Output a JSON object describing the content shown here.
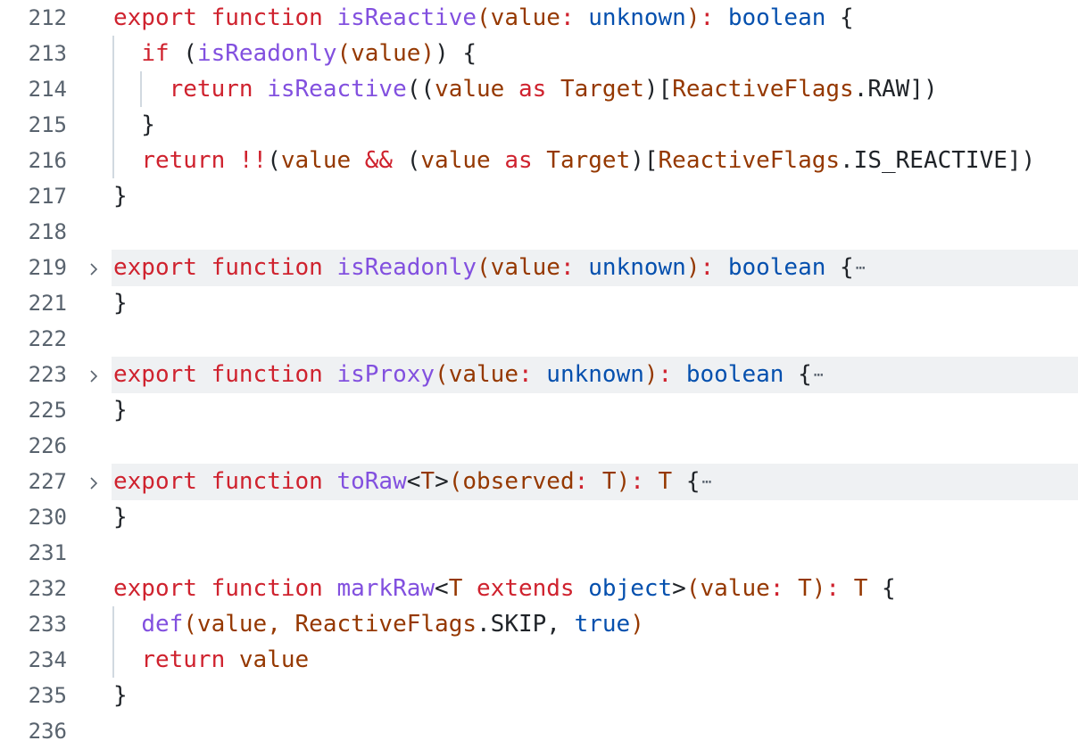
{
  "colors": {
    "keyword": "#cf222e",
    "function": "#8250df",
    "variable": "#953800",
    "type": "#0550ae",
    "plain": "#1f2328"
  },
  "fold_icon": "chevron-right-icon",
  "ellipsis": "⋯",
  "lines": [
    {
      "num": "212",
      "indent": 0,
      "tokens": [
        [
          "export ",
          "k"
        ],
        [
          "function ",
          "k"
        ],
        [
          "isReactive",
          "f"
        ],
        [
          "(",
          "v"
        ],
        [
          "value",
          "v"
        ],
        [
          ": ",
          "k"
        ],
        [
          "unknown",
          "t"
        ],
        [
          ")",
          "v"
        ],
        [
          ": ",
          "k"
        ],
        [
          "boolean",
          "t"
        ],
        [
          " {",
          "p"
        ]
      ]
    },
    {
      "num": "213",
      "indent": 1,
      "tokens": [
        [
          "  ",
          "p"
        ],
        [
          "if ",
          "k"
        ],
        [
          "(",
          "p"
        ],
        [
          "isReadonly",
          "f"
        ],
        [
          "(value)",
          "v"
        ],
        [
          ") {",
          "p"
        ]
      ]
    },
    {
      "num": "214",
      "indent": 2,
      "tokens": [
        [
          "    ",
          "p"
        ],
        [
          "return ",
          "k"
        ],
        [
          "isReactive",
          "f"
        ],
        [
          "((",
          "p"
        ],
        [
          "value ",
          "v"
        ],
        [
          "as ",
          "k"
        ],
        [
          "Target",
          "v"
        ],
        [
          ")[",
          "p"
        ],
        [
          "ReactiveFlags",
          "v"
        ],
        [
          ".RAW])",
          "p"
        ]
      ]
    },
    {
      "num": "215",
      "indent": 1,
      "tokens": [
        [
          "  }",
          "p"
        ]
      ]
    },
    {
      "num": "216",
      "indent": 1,
      "tokens": [
        [
          "  ",
          "p"
        ],
        [
          "return ",
          "k"
        ],
        [
          "!!",
          "k"
        ],
        [
          "(",
          "p"
        ],
        [
          "value ",
          "v"
        ],
        [
          "&& ",
          "k"
        ],
        [
          "(",
          "p"
        ],
        [
          "value ",
          "v"
        ],
        [
          "as ",
          "k"
        ],
        [
          "Target",
          "v"
        ],
        [
          ")[",
          "p"
        ],
        [
          "ReactiveFlags",
          "v"
        ],
        [
          ".IS_REACTIVE])",
          "p"
        ]
      ]
    },
    {
      "num": "217",
      "indent": 0,
      "tokens": [
        [
          "}",
          "p"
        ]
      ]
    },
    {
      "num": "218",
      "indent": 0,
      "tokens": []
    },
    {
      "num": "219",
      "indent": 0,
      "folded": true,
      "tokens": [
        [
          "export ",
          "k"
        ],
        [
          "function ",
          "k"
        ],
        [
          "isReadonly",
          "f"
        ],
        [
          "(",
          "v"
        ],
        [
          "value",
          "v"
        ],
        [
          ": ",
          "k"
        ],
        [
          "unknown",
          "t"
        ],
        [
          ")",
          "v"
        ],
        [
          ": ",
          "k"
        ],
        [
          "boolean",
          "t"
        ],
        [
          " {",
          "p"
        ]
      ]
    },
    {
      "num": "221",
      "indent": 0,
      "tokens": [
        [
          "}",
          "p"
        ]
      ]
    },
    {
      "num": "222",
      "indent": 0,
      "tokens": []
    },
    {
      "num": "223",
      "indent": 0,
      "folded": true,
      "tokens": [
        [
          "export ",
          "k"
        ],
        [
          "function ",
          "k"
        ],
        [
          "isProxy",
          "f"
        ],
        [
          "(",
          "v"
        ],
        [
          "value",
          "v"
        ],
        [
          ": ",
          "k"
        ],
        [
          "unknown",
          "t"
        ],
        [
          ")",
          "v"
        ],
        [
          ": ",
          "k"
        ],
        [
          "boolean",
          "t"
        ],
        [
          " {",
          "p"
        ]
      ]
    },
    {
      "num": "225",
      "indent": 0,
      "tokens": [
        [
          "}",
          "p"
        ]
      ]
    },
    {
      "num": "226",
      "indent": 0,
      "tokens": []
    },
    {
      "num": "227",
      "indent": 0,
      "folded": true,
      "tokens": [
        [
          "export ",
          "k"
        ],
        [
          "function ",
          "k"
        ],
        [
          "toRaw",
          "f"
        ],
        [
          "<",
          "p"
        ],
        [
          "T",
          "v"
        ],
        [
          ">",
          "p"
        ],
        [
          "(",
          "v"
        ],
        [
          "observed",
          "v"
        ],
        [
          ": ",
          "k"
        ],
        [
          "T",
          "v"
        ],
        [
          ")",
          "v"
        ],
        [
          ": ",
          "k"
        ],
        [
          "T",
          "v"
        ],
        [
          " {",
          "p"
        ]
      ]
    },
    {
      "num": "230",
      "indent": 0,
      "tokens": [
        [
          "}",
          "p"
        ]
      ]
    },
    {
      "num": "231",
      "indent": 0,
      "tokens": []
    },
    {
      "num": "232",
      "indent": 0,
      "tokens": [
        [
          "export ",
          "k"
        ],
        [
          "function ",
          "k"
        ],
        [
          "markRaw",
          "f"
        ],
        [
          "<",
          "p"
        ],
        [
          "T ",
          "v"
        ],
        [
          "extends ",
          "k"
        ],
        [
          "object",
          "t"
        ],
        [
          ">",
          "p"
        ],
        [
          "(",
          "v"
        ],
        [
          "value",
          "v"
        ],
        [
          ": ",
          "k"
        ],
        [
          "T",
          "v"
        ],
        [
          ")",
          "v"
        ],
        [
          ": ",
          "k"
        ],
        [
          "T",
          "v"
        ],
        [
          " {",
          "p"
        ]
      ]
    },
    {
      "num": "233",
      "indent": 1,
      "tokens": [
        [
          "  ",
          "p"
        ],
        [
          "def",
          "f"
        ],
        [
          "(value, ",
          "v"
        ],
        [
          "ReactiveFlags",
          "v"
        ],
        [
          ".SKIP, ",
          "p"
        ],
        [
          "true",
          "t"
        ],
        [
          ")",
          "v"
        ]
      ]
    },
    {
      "num": "234",
      "indent": 1,
      "tokens": [
        [
          "  ",
          "p"
        ],
        [
          "return ",
          "k"
        ],
        [
          "value",
          "v"
        ]
      ]
    },
    {
      "num": "235",
      "indent": 0,
      "tokens": [
        [
          "}",
          "p"
        ]
      ]
    },
    {
      "num": "236",
      "indent": 0,
      "tokens": []
    }
  ]
}
